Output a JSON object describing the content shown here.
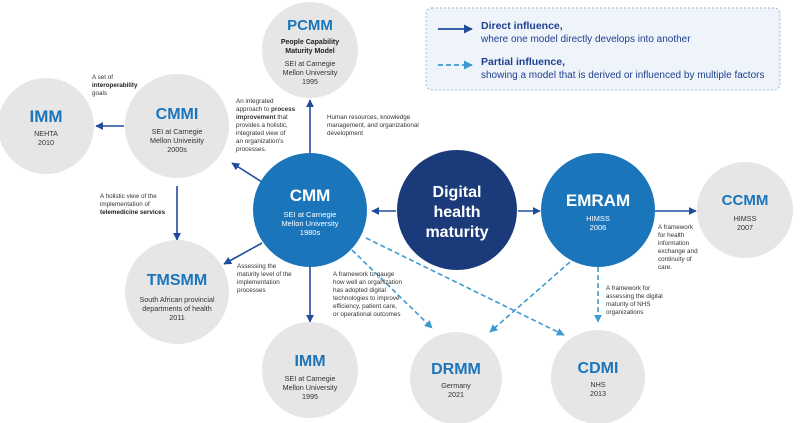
{
  "colors": {
    "light_circle": "#e6e6e6",
    "mid_blue": "#1b75bb",
    "dark_blue": "#1b3a7a",
    "arrow": "#1f4b9a",
    "legend_bg": "#eef4fa",
    "legend_border": "#9fb7d3"
  },
  "legend": {
    "direct_title": "Direct influence,",
    "direct_desc": "where one model directly develops into another",
    "partial_title": "Partial influence,",
    "partial_desc": "showing a model that is derived or influenced by multiple factors"
  },
  "nodes": {
    "digital": {
      "line1": "Digital",
      "line2": "health",
      "line3": "maturity"
    },
    "cmm": {
      "title": "CMM",
      "org1": "SEI at Carnegie",
      "org2": "Mellon University",
      "year": "1980s"
    },
    "emram": {
      "title": "EMRAM",
      "org": "HIMSS",
      "year": "2006"
    },
    "pcmm": {
      "title": "PCMM",
      "full1": "People Capability",
      "full2": "Maturity Model",
      "org1": "SEI at Carnegie",
      "org2": "Mellon University",
      "year": "1995"
    },
    "cmmi": {
      "title": "CMMI",
      "org1": "SEI at Carnegie",
      "org2": "Mellon Univeisity",
      "year": "2000s"
    },
    "imm_nehta": {
      "title": "IMM",
      "org": "NEHTA",
      "year": "2010"
    },
    "tmsmm": {
      "title": "TMSMM",
      "org1": "South African provincial",
      "org2": "departments of health",
      "year": "2011"
    },
    "imm_sei": {
      "title": "IMM",
      "org1": "SEI at Carnegie",
      "org2": "Mellon University",
      "year": "1995"
    },
    "drmm": {
      "title": "DRMM",
      "org": "Germany",
      "year": "2021"
    },
    "cdmi": {
      "title": "CDMI",
      "org": "NHS",
      "year": "2013"
    },
    "ccmm": {
      "title": "CCMM",
      "org": "HIMSS",
      "year": "2007"
    }
  },
  "annotations": {
    "imm_nehta_1": "A set of",
    "imm_nehta_2": "interoperability",
    "imm_nehta_3": "goals",
    "cmmi_1": "An integrated",
    "cmmi_2a": "approach to ",
    "cmmi_2b": "process",
    "cmmi_3": "improvement",
    "cmmi_3b": " that",
    "cmmi_4": "provides a holistic,",
    "cmmi_5": "integrated view of",
    "cmmi_6": "an organization's",
    "cmmi_7": "processes.",
    "pcmm_1": "Human resources, knowledge",
    "pcmm_2": "management, and organizational",
    "pcmm_3": "development",
    "tmsmm_1": "A holistic view of the",
    "tmsmm_2": "implementation of",
    "tmsmm_3": "telemedicine services",
    "imm_sei_1": "Assessing the",
    "imm_sei_2": "maturity level of the",
    "imm_sei_3": "implementation",
    "imm_sei_4": "processes",
    "drmm_1": "A framework to gauge",
    "drmm_2": "how well an organization",
    "drmm_3": "has adopted digital",
    "drmm_4": "technologies to improve",
    "drmm_5": "efficiency, patient care,",
    "drmm_6": "or operational outcomes",
    "ccmm_1": "A framework",
    "ccmm_2": "for health",
    "ccmm_3": "information",
    "ccmm_4": "exchange and",
    "ccmm_5": "continuity of",
    "ccmm_6": "care.",
    "cdmi_1": "A framework for",
    "cdmi_2": "assessing the digital",
    "cdmi_3": "maturity of NHS",
    "cdmi_4": "organizations"
  }
}
